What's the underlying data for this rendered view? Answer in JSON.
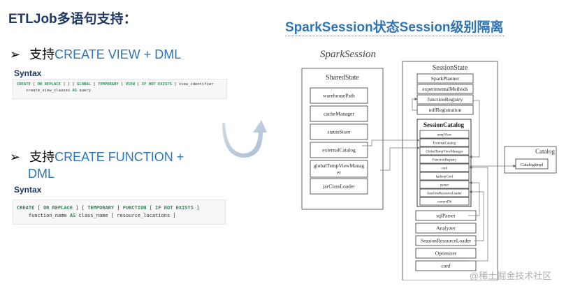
{
  "left": {
    "title": "ETLJob多语句支持：",
    "items": [
      {
        "bullet": "➢",
        "prefix": "支持",
        "highlight": "CREATE VIEW + DML",
        "syntax_label": "Syntax",
        "code": [
          [
            {
              "t": "CREATE",
              "k": true
            },
            {
              "t": " [ "
            },
            {
              "t": "OR REPLACE",
              "k": true
            },
            {
              "t": " ] [ [ "
            },
            {
              "t": "GLOBAL",
              "k": true
            },
            {
              "t": " ] "
            },
            {
              "t": "TEMPORARY",
              "k": true
            },
            {
              "t": " ] "
            },
            {
              "t": "VIEW",
              "k": true
            },
            {
              "t": " [ "
            },
            {
              "t": "IF NOT EXISTS",
              "k": true
            },
            {
              "t": " ] view_identifier"
            }
          ],
          [
            {
              "t": "    create_view_clauses "
            },
            {
              "t": "AS",
              "k": true
            },
            {
              "t": " query"
            }
          ]
        ]
      },
      {
        "bullet": "➢",
        "prefix": "支持",
        "highlight": "CREATE FUNCTION +",
        "highlight2": "DML",
        "syntax_label": "Syntax",
        "code": [
          [
            {
              "t": "CREATE",
              "k": true
            },
            {
              "t": " [ "
            },
            {
              "t": "OR REPLACE",
              "k": true
            },
            {
              "t": " ] [ "
            },
            {
              "t": "TEMPORARY",
              "k": true
            },
            {
              "t": " ] "
            },
            {
              "t": "FUNCTION",
              "k": true
            },
            {
              "t": " [ "
            },
            {
              "t": "IF NOT EXISTS",
              "k": true
            },
            {
              "t": " ]"
            }
          ],
          [
            {
              "t": "    function_name "
            },
            {
              "t": "AS",
              "k": true
            },
            {
              "t": " class_name [ resource_locations ]"
            }
          ]
        ]
      }
    ]
  },
  "right": {
    "title": "SparkSession状态Session级别隔离",
    "diagram": {
      "spark_session_label": "SparkSession",
      "shared_state": {
        "title": "SharedState",
        "items": [
          "warehousePath",
          "cacheManager",
          "statusStore",
          "externalCatalog",
          "globalTempViewManager",
          "jarClassLoader"
        ]
      },
      "session_state": {
        "title": "SessionState",
        "top_items": [
          "SparkPlanner",
          "experimentalMethods",
          "functionRegistry",
          "udfRegistration"
        ],
        "catalog_title": "SessionCatalog",
        "catalog_items": [
          "tempView",
          "ExternalCatalog",
          "GlobalTempViewManager",
          "FunctionRegistry",
          "conf",
          "hadoopConf",
          "parser",
          "functionResourceLoader",
          "currentDb"
        ],
        "bottom_items": [
          "sqlParser",
          "Analyzer",
          "SessionResourceLoader",
          "Optimizer",
          "conf"
        ]
      },
      "catalog": {
        "title": "Catalog",
        "item": "CatalogImpl"
      }
    }
  },
  "watermark": "@稀土掘金技术社区"
}
